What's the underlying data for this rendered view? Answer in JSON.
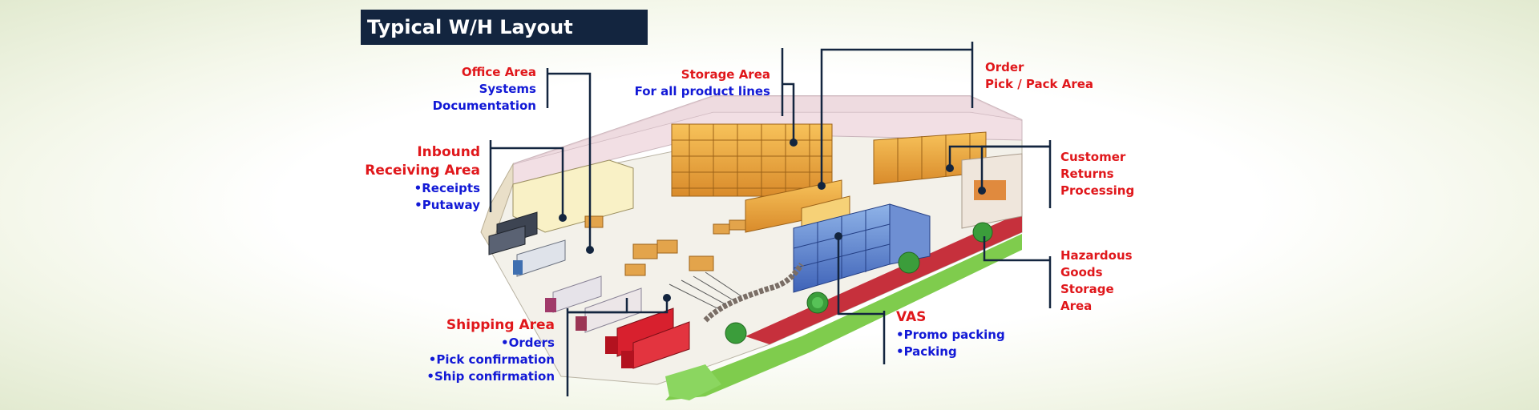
{
  "title": "Typical W/H Layout",
  "labels": {
    "office": {
      "heading": "Office Area",
      "sub": [
        "Systems",
        "Documentation"
      ]
    },
    "storage": {
      "heading": "Storage Area",
      "sub": [
        "For all product lines"
      ]
    },
    "order": {
      "heading": [
        "Order",
        "Pick / Pack Area"
      ]
    },
    "inbound": {
      "heading": [
        "Inbound",
        "Receiving Area"
      ],
      "sub": [
        "•Receipts",
        "•Putaway"
      ]
    },
    "returns": {
      "heading": [
        "Customer",
        "Returns",
        "Processing"
      ]
    },
    "hazardous": {
      "heading": [
        "Hazardous",
        "Goods",
        "Storage",
        "Area"
      ]
    },
    "shipping": {
      "heading": "Shipping Area",
      "sub": [
        "•Orders",
        "•Pick confirmation",
        "•Ship confirmation"
      ]
    },
    "vas": {
      "heading": "VAS",
      "sub": [
        "•Promo packing",
        "•Packing"
      ]
    }
  },
  "colors": {
    "title_bg": "#13253f",
    "heading": "#e0171b",
    "sub": "#1219d6",
    "callout_line": "#13253f"
  }
}
